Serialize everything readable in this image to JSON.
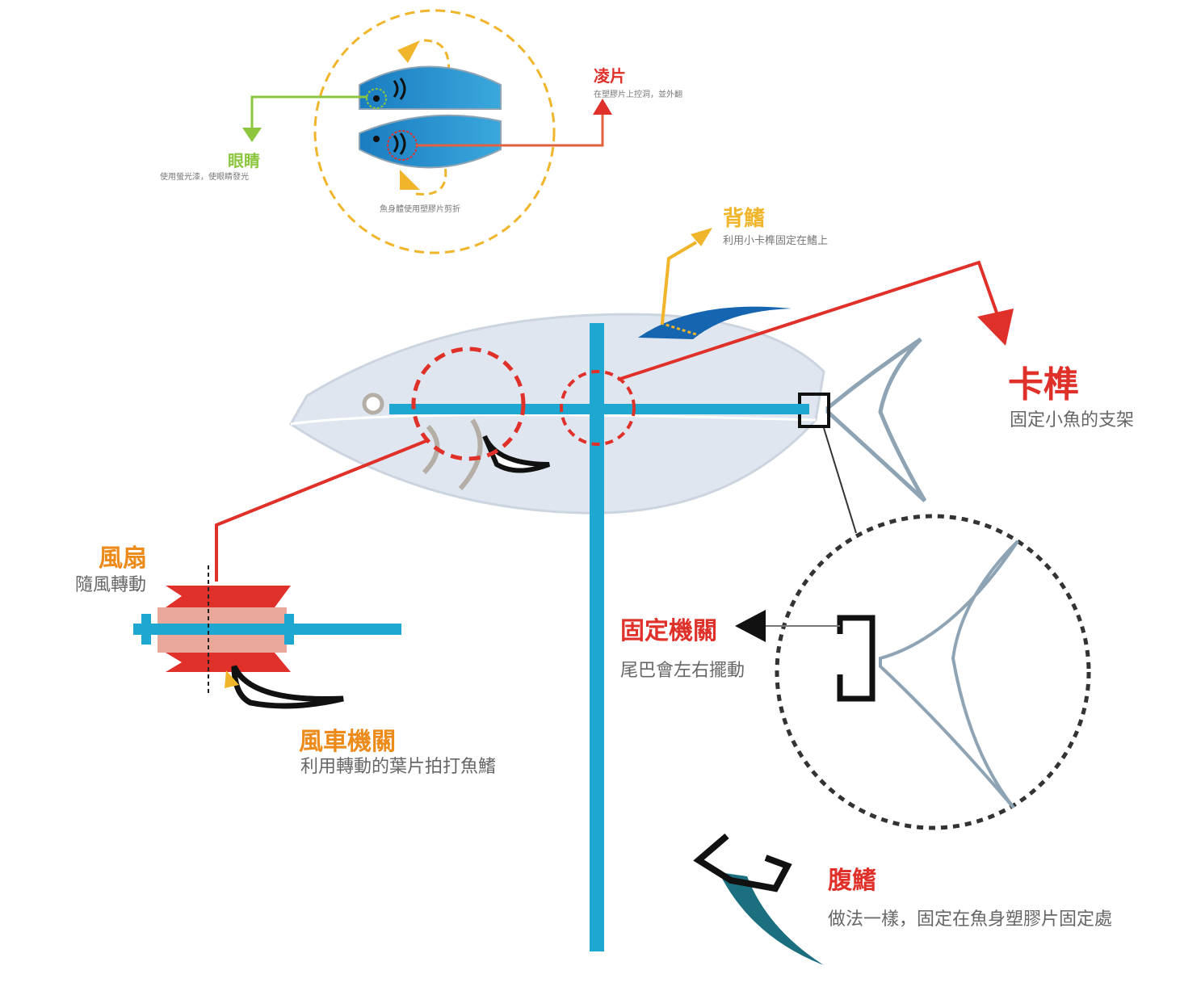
{
  "colors": {
    "red": "#e0302a",
    "orange": "#ec8a1a",
    "yellow": "#f0b52a",
    "green": "#8cc63f",
    "cyan": "#1ea7d0",
    "blue": "#1565b0",
    "grey": "#8ea3b3"
  },
  "inset": {
    "eye": {
      "title": "眼睛",
      "desc": "使用螢光漆，使眼睛發光"
    },
    "scale": {
      "title": "凌片",
      "desc": "在塑膠片上控洞，並外翻"
    },
    "body_note": "魚身體使用塑膠片剪折"
  },
  "labels": {
    "dorsal_fin": {
      "title": "背鰭",
      "desc": "利用小卡榫固定在鰭上"
    },
    "tenon": {
      "title": "卡榫",
      "desc": "固定小魚的支架"
    },
    "fan": {
      "title": "風扇",
      "desc": "隨風轉動"
    },
    "windmill": {
      "title": "風車機關",
      "desc": "利用轉動的葉片拍打魚鰭"
    },
    "fixing": {
      "title": "固定機關",
      "desc": "尾巴會左右擺動"
    },
    "pelvic_fin": {
      "title": "腹鰭",
      "desc": "做法一樣，固定在魚身塑膠片固定處"
    }
  }
}
